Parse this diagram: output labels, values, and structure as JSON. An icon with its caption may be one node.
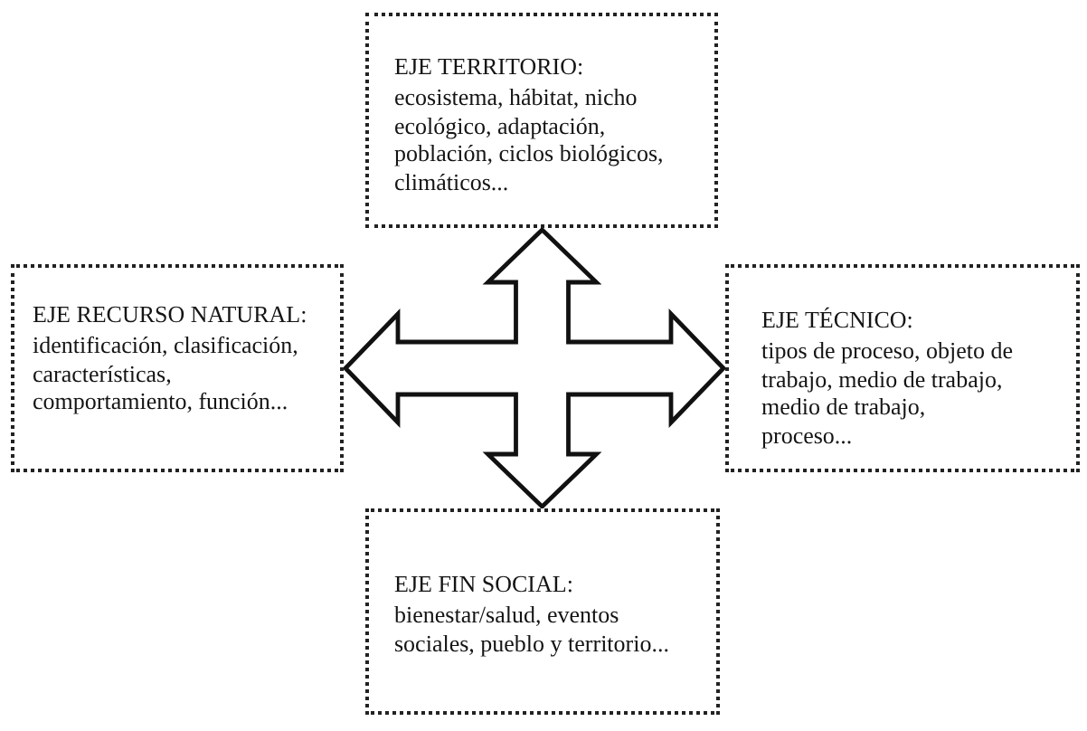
{
  "diagram": {
    "nodes": [
      {
        "text": [
          "EJE TERRITORIO:",
          "ecosistema, hábitat, nicho ecológico, adaptación, población, ciclos biológicos, climáticos..."
        ]
      },
      {
        "text": [
          "EJE RECURSO NATURAL:",
          "identificación, clasificación, características, comportamiento, función..."
        ]
      },
      {
        "text": [
          "EJE TÉCNICO:",
          "tipos de proceso, objeto de trabajo, medio de trabajo, medio de trabajo, proceso..."
        ]
      },
      {
        "text": [
          "EJE FIN SOCIAL:",
          "bienestar/salud, eventos sociales, pueblo y territorio..."
        ]
      }
    ],
    "edges": [
      {
        "from": 0,
        "to": 3,
        "arrow": "both"
      },
      {
        "from": 1,
        "to": 2,
        "arrow": "both"
      }
    ]
  }
}
